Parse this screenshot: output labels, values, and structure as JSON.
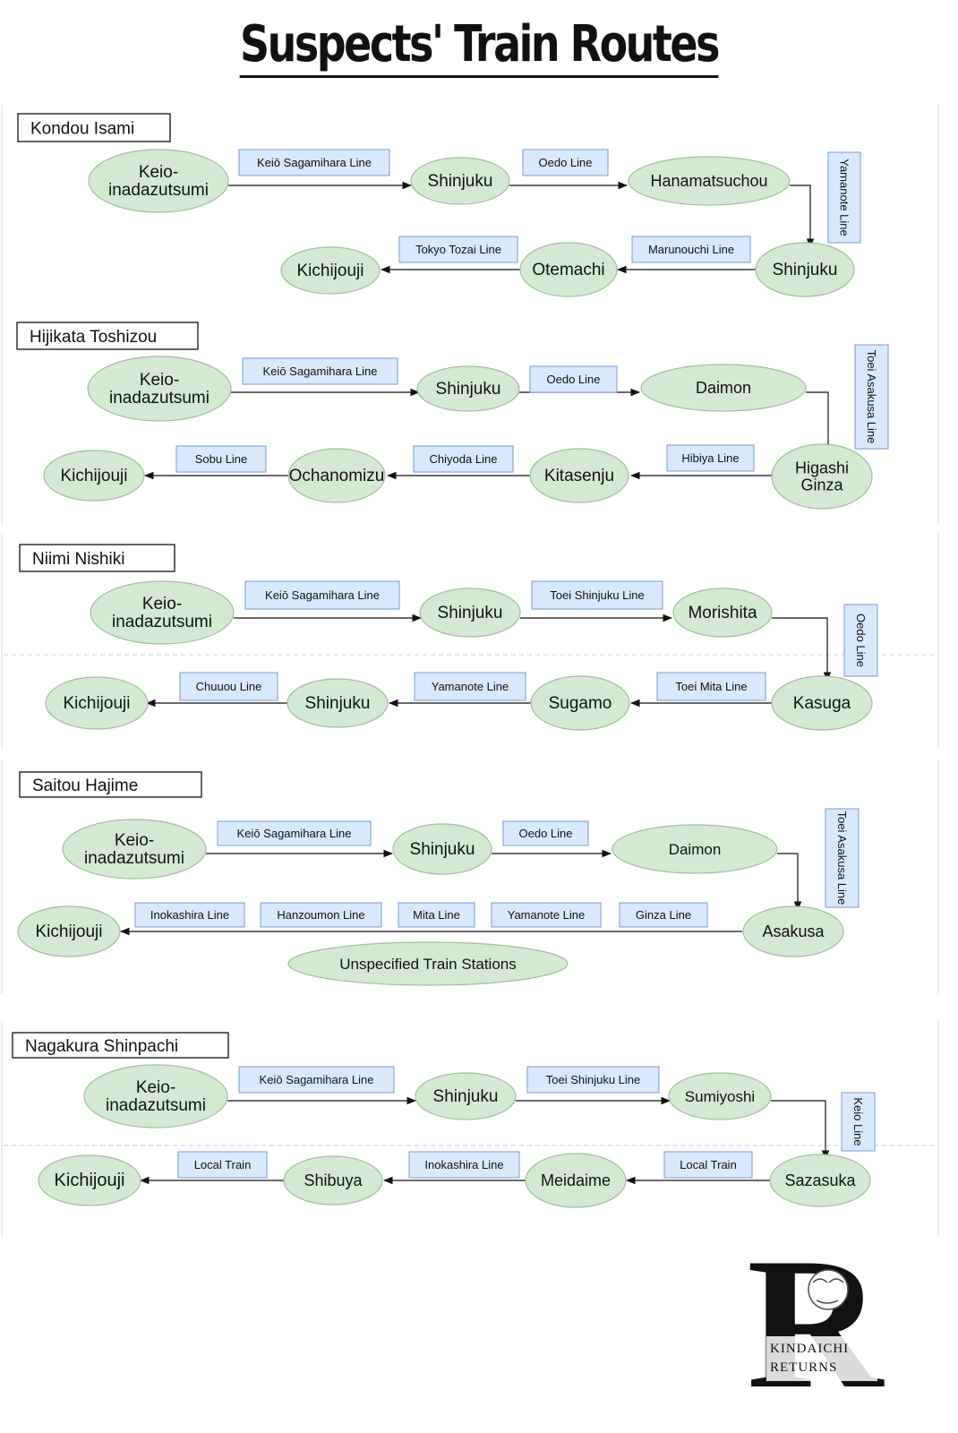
{
  "title": "Suspects' Train Routes",
  "unspecified_label": "Unspecified Train Stations",
  "logo": {
    "letter": "R",
    "line1": "KINDAICHI",
    "line2": "RETURNS"
  },
  "suspects": [
    {
      "name": "Kondou Isami",
      "stations": [
        "Keio-\ninadazutsumi",
        "Shinjuku",
        "Hanamatsuchou",
        "Shinjuku",
        "Otemachi",
        "Kichijouji"
      ],
      "lines": [
        "Keiō Sagamihara Line",
        "Oedo Line",
        "Yamanote Line",
        "Marunouchi Line",
        "Tokyo Tozai Line"
      ]
    },
    {
      "name": "Hijikata Toshizou",
      "stations": [
        "Keio-\ninadazutsumi",
        "Shinjuku",
        "Daimon",
        "Higashi\nGinza",
        "Kitasenju",
        "Ochanomizu",
        "Kichijouji"
      ],
      "lines": [
        "Keiō Sagamihara Line",
        "Oedo Line",
        "Toei Asakusa Line",
        "Hibiya Line",
        "Chiyoda Line",
        "Sobu Line"
      ]
    },
    {
      "name": "Niimi Nishiki",
      "stations": [
        "Keio-\ninadazutsumi",
        "Shinjuku",
        "Morishita",
        "Kasuga",
        "Sugamo",
        "Shinjuku",
        "Kichijouji"
      ],
      "lines": [
        "Keiō Sagamihara Line",
        "Toei Shinjuku Line",
        "Oedo Line",
        "Toei Mita Line",
        "Yamanote Line",
        "Chuuou Line"
      ]
    },
    {
      "name": "Saitou Hajime",
      "stations": [
        "Keio-\ninadazutsumi",
        "Shinjuku",
        "Daimon",
        "Asakusa",
        "Kichijouji"
      ],
      "lines": [
        "Keiō Sagamihara Line",
        "Oedo Line",
        "Toei Asakusa Line",
        "Ginza Line",
        "Yamanote Line",
        "Mita Line",
        "Hanzoumon Line",
        "Inokashira Line"
      ]
    },
    {
      "name": "Nagakura Shinpachi",
      "stations": [
        "Keio-\ninadazutsumi",
        "Shinjuku",
        "Sumiyoshi",
        "Sazasuka",
        "Meidaime",
        "Shibuya",
        "Kichijouji"
      ],
      "lines": [
        "Keiō Sagamihara Line",
        "Toei Shinjuku Line",
        "Keio Line",
        "Local Train",
        "Inokashira Line",
        "Local Train"
      ]
    }
  ]
}
